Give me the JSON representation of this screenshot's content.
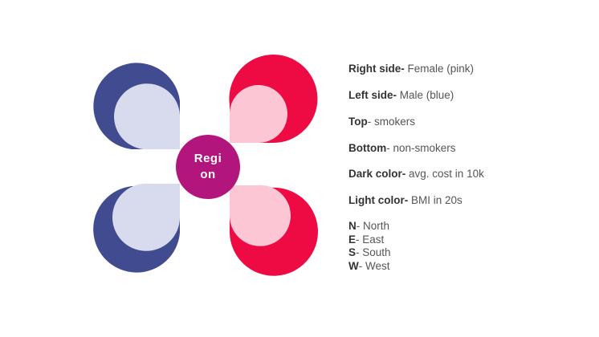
{
  "center": {
    "line1": "Regi",
    "line2": "on"
  },
  "colors": {
    "male_dark": "#414b8f",
    "male_light": "#d8daee",
    "female_dark": "#ee0a43",
    "female_light": "#fcc6d5",
    "center": "#b2157b"
  },
  "legend": [
    {
      "key": "Right side-",
      "value": " Female (pink)"
    },
    {
      "key": "Left side-",
      "value": " Male (blue)"
    },
    {
      "key": "Top",
      "value": "- smokers"
    },
    {
      "key": "Bottom",
      "value": "- non-smokers"
    },
    {
      "key": "Dark color-",
      "value": " avg. cost in 10k"
    },
    {
      "key": "Light color-",
      "value": " BMI in 20s"
    }
  ],
  "region_keys": [
    {
      "key": "N",
      "value": "- North"
    },
    {
      "key": "E",
      "value": "- East"
    },
    {
      "key": "S",
      "value": "- South"
    },
    {
      "key": "W",
      "value": "- West"
    }
  ]
}
